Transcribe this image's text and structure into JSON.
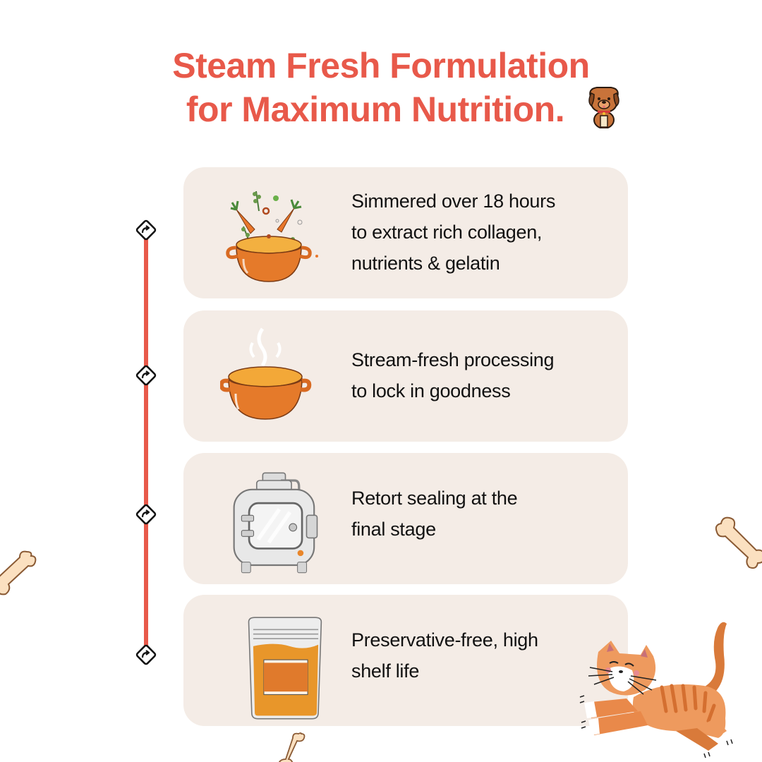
{
  "header": {
    "title_line1": "Steam Fresh Formulation",
    "title_line2": "for Maximum Nutrition.",
    "title_icon": "dog-icon",
    "accent_color": "#E8594A"
  },
  "timeline": {
    "line_color": "#E8594A",
    "node_icon": "turn-right-sign-icon",
    "nodes": 4
  },
  "steps": [
    {
      "illustration": "soup-pot-with-carrots-icon",
      "lines": [
        "Simmered over 18 hours",
        "to extract rich collagen,",
        "nutrients & gelatin"
      ]
    },
    {
      "illustration": "steaming-pot-icon",
      "lines": [
        "Stream-fresh processing",
        "to lock in goodness"
      ]
    },
    {
      "illustration": "retort-machine-icon",
      "lines": [
        "Retort sealing at the",
        "final stage"
      ]
    },
    {
      "illustration": "pouch-bag-icon",
      "lines": [
        "Preservative-free, high",
        "shelf life"
      ]
    }
  ],
  "decorations": {
    "bones": [
      "bone-icon-left",
      "bone-icon-right",
      "bone-icon-bottom"
    ],
    "mascot": "running-cat-icon"
  },
  "colors": {
    "card_bg": "#F4ECE6",
    "text": "#111111",
    "pot_orange": "#E07A2C",
    "bone_fill": "#FBE0C0",
    "bone_stroke": "#8A5A34"
  }
}
